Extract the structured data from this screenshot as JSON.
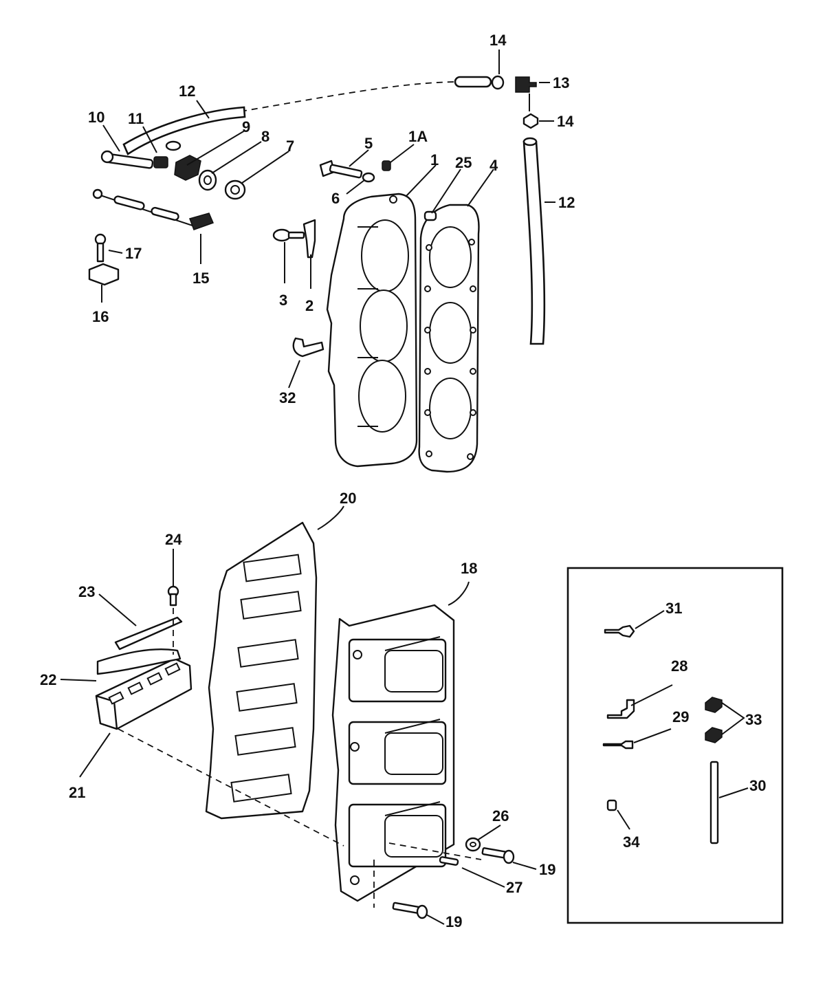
{
  "callouts": [
    {
      "id": "c1",
      "text": "1"
    },
    {
      "id": "c1a",
      "text": "1A"
    },
    {
      "id": "c2",
      "text": "2"
    },
    {
      "id": "c3",
      "text": "3"
    },
    {
      "id": "c4",
      "text": "4"
    },
    {
      "id": "c5",
      "text": "5"
    },
    {
      "id": "c6",
      "text": "6"
    },
    {
      "id": "c7",
      "text": "7"
    },
    {
      "id": "c8",
      "text": "8"
    },
    {
      "id": "c9",
      "text": "9"
    },
    {
      "id": "c10",
      "text": "10"
    },
    {
      "id": "c11",
      "text": "11"
    },
    {
      "id": "c12a",
      "text": "12"
    },
    {
      "id": "c12b",
      "text": "12"
    },
    {
      "id": "c13",
      "text": "13"
    },
    {
      "id": "c14a",
      "text": "14"
    },
    {
      "id": "c14b",
      "text": "14"
    },
    {
      "id": "c15",
      "text": "15"
    },
    {
      "id": "c16",
      "text": "16"
    },
    {
      "id": "c17",
      "text": "17"
    },
    {
      "id": "c18",
      "text": "18"
    },
    {
      "id": "c19a",
      "text": "19"
    },
    {
      "id": "c19b",
      "text": "19"
    },
    {
      "id": "c20",
      "text": "20"
    },
    {
      "id": "c21",
      "text": "21"
    },
    {
      "id": "c22",
      "text": "22"
    },
    {
      "id": "c23",
      "text": "23"
    },
    {
      "id": "c24",
      "text": "24"
    },
    {
      "id": "c25",
      "text": "25"
    },
    {
      "id": "c26",
      "text": "26"
    },
    {
      "id": "c27",
      "text": "27"
    },
    {
      "id": "c28",
      "text": "28"
    },
    {
      "id": "c29",
      "text": "29"
    },
    {
      "id": "c30",
      "text": "30"
    },
    {
      "id": "c31",
      "text": "31"
    },
    {
      "id": "c32",
      "text": "32"
    },
    {
      "id": "c33",
      "text": "33"
    },
    {
      "id": "c34",
      "text": "34"
    }
  ]
}
